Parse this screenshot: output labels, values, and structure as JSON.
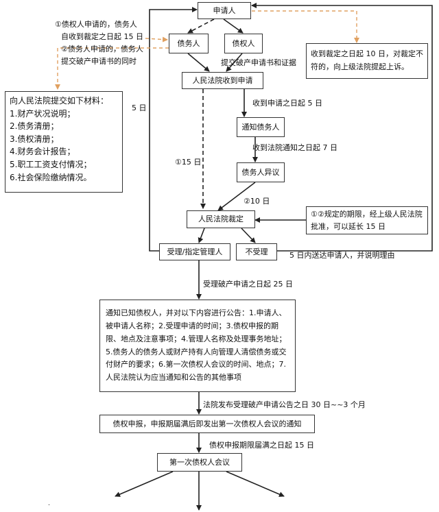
{
  "nodes": {
    "applicant": "申请人",
    "debtor": "债务人",
    "creditor": "债权人",
    "court_received": "人民法院收到申请",
    "notify_debtor": "通知债务人",
    "debtor_objection": "债务人异议",
    "court_ruling": "人民法院裁定",
    "accept": "受理/指定管理人",
    "reject": "不受理",
    "announcement": "通知已知债权人，并对以下内容进行公告：1.申请人、被申请人名称；2.受理申请的时间；3.债权申报的期限、地点及注意事项；4.管理人名称及处理事务地址；5.债务人的债务人或财产持有人向管理人清偿债务或交付财产的要求；6.第一次债权人会议的时间、地点；7. 人民法院认为应当通知和公告的其他事项",
    "claim_filing": "债权申报，申报期届满后即发出第一次债权人会议的通知",
    "first_meeting": "第一次债权人会议"
  },
  "materials": {
    "title": "向人民法院提交如下材料：",
    "items": [
      "1.财产状况说明；",
      "2.债务清册；",
      "3.债权清册；",
      "4.财务会计报告；",
      "5.职工工资支付情况；",
      "6.社会保险缴纳情况。"
    ]
  },
  "notes": {
    "top_left_line1": "①债权人申请的，债务人",
    "top_left_line2": "自收到裁定之日起 15 日",
    "top_left_line3": "②债务人申请的，债务人",
    "top_left_line4": "提交破产申请书的同时",
    "appeal": "收到裁定之日起 10 日，对裁定不符的，向上级法院提起上诉。",
    "submit_docs": "提交破产申请书和证据",
    "five_days_received": "收到申请之日起 5 日",
    "seven_days_notice": "收到法院通知之日起 7 日",
    "fifteen_days": "①15 日",
    "ten_days": "②10 日",
    "five_days_left": "5 日",
    "extension": "①②规定的期限，经上级人民法院批准，可以延长 15 日",
    "reject_notice": "5 日内送达申请人，并说明理由",
    "twentyfive_days": "受理破产申请之日起 25 日",
    "thirty_days": "法院发布受理破产申请公告之日 30 日~~3 个月",
    "fifteen_after_claim": "债权申报期限届满之日起 15 日",
    "corner_mark": "."
  }
}
